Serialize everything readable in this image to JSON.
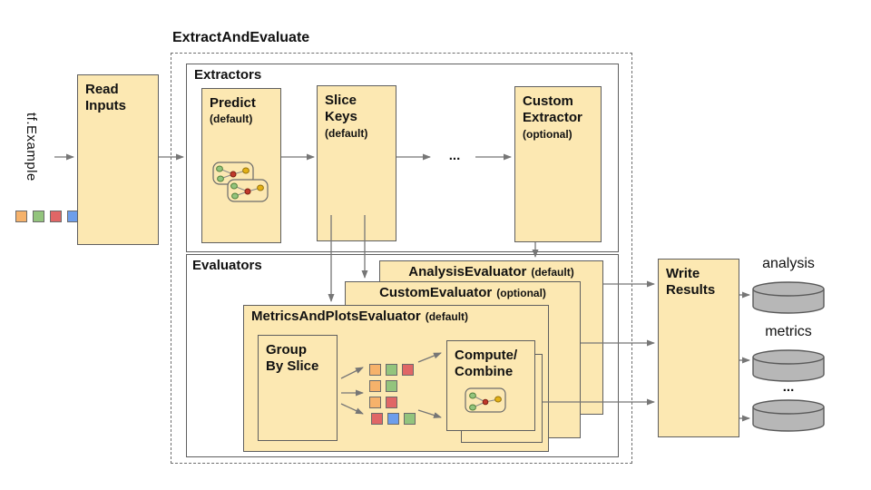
{
  "palette": {
    "tan": "#FCE8B2",
    "border": "#5f5f5f",
    "arrow": "#767676",
    "orange": "#F6B26B",
    "green": "#93C47D",
    "red": "#E06666",
    "blue": "#6D9EEB",
    "dot_red": "#C0392B",
    "dot_yellow": "#E3B117",
    "cylinder": "#B7B7B7",
    "cylinder_border": "#595959"
  },
  "title": "ExtractAndEvaluate",
  "input": {
    "label": "tf.Example",
    "squares": [
      "orange",
      "green",
      "red",
      "blue"
    ]
  },
  "read_inputs": {
    "line1": "Read",
    "line2": "Inputs"
  },
  "extractors": {
    "label": "Extractors",
    "predict": {
      "title": "Predict",
      "sub": "(default)"
    },
    "slice_keys": {
      "line1": "Slice",
      "line2": "Keys",
      "sub": "(default)"
    },
    "ellipsis": "...",
    "custom_extractor": {
      "line1": "Custom",
      "line2": "Extractor",
      "sub": "(optional)"
    }
  },
  "evaluators": {
    "label": "Evaluators",
    "analysis_evaluator": {
      "title": "AnalysisEvaluator",
      "sub": "(default)"
    },
    "custom_evaluator": {
      "title": "CustomEvaluator",
      "sub": "(optional)"
    },
    "metrics_and_plots_evaluator": {
      "title": "MetricsAndPlotsEvaluator",
      "sub": "(default)"
    },
    "group_by_slice": {
      "line1": "Group",
      "line2": "By Slice"
    },
    "slice_rows": [
      [
        "orange",
        "green",
        "red"
      ],
      [
        "orange",
        "green"
      ],
      [
        "orange",
        "red"
      ],
      [
        "red",
        "blue",
        "green"
      ]
    ],
    "compute_combine": {
      "line1": "Compute/",
      "line2": "Combine"
    }
  },
  "write_results": {
    "line1": "Write",
    "line2": "Results"
  },
  "outputs": {
    "analysis": "analysis",
    "metrics": "metrics",
    "more": "..."
  }
}
